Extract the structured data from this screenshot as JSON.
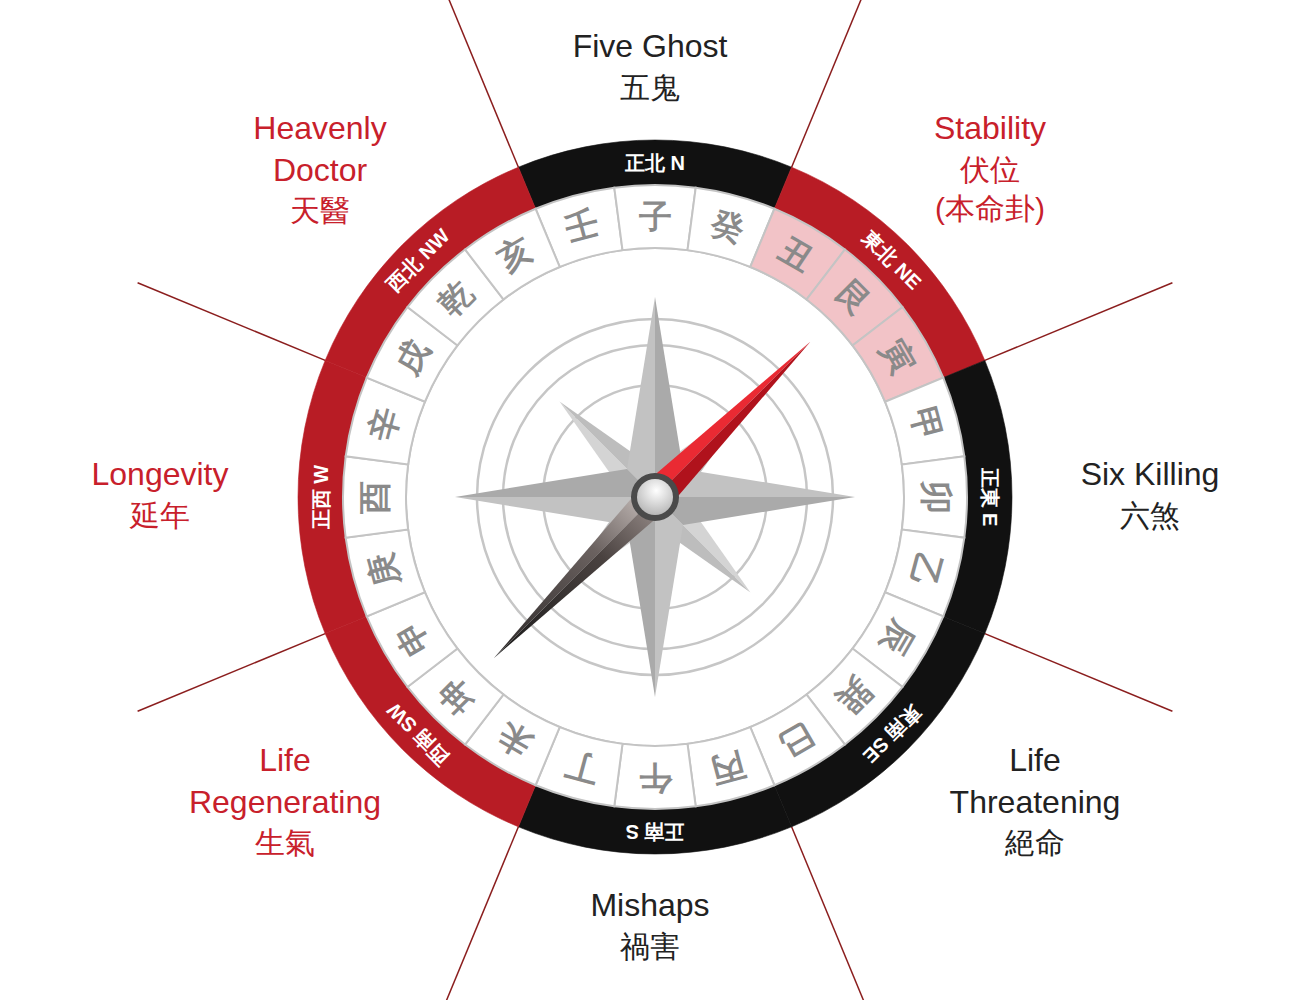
{
  "diagram": {
    "nodes": [
      {
        "text": [
          "正北 N"
        ]
      },
      {
        "text": [
          "東北 NE"
        ]
      },
      {
        "text": [
          "正東 E"
        ]
      },
      {
        "text": [
          "東南 SE"
        ]
      },
      {
        "text": [
          "正南 S"
        ]
      },
      {
        "text": [
          "西南 SW"
        ]
      },
      {
        "text": [
          "正西 W"
        ]
      },
      {
        "text": [
          "西北 NW"
        ]
      },
      {
        "text": [
          "壬"
        ]
      },
      {
        "text": [
          "子"
        ]
      },
      {
        "text": [
          "癸"
        ]
      },
      {
        "text": [
          "丑"
        ]
      },
      {
        "text": [
          "艮"
        ]
      },
      {
        "text": [
          "寅"
        ]
      },
      {
        "text": [
          "甲"
        ]
      },
      {
        "text": [
          "卯"
        ]
      },
      {
        "text": [
          "乙"
        ]
      },
      {
        "text": [
          "辰"
        ]
      },
      {
        "text": [
          "巽"
        ]
      },
      {
        "text": [
          "巳"
        ]
      },
      {
        "text": [
          "丙"
        ]
      },
      {
        "text": [
          "午"
        ]
      },
      {
        "text": [
          "丁"
        ]
      },
      {
        "text": [
          "未"
        ]
      },
      {
        "text": [
          "坤"
        ]
      },
      {
        "text": [
          "申"
        ]
      },
      {
        "text": [
          "庚"
        ]
      },
      {
        "text": [
          "酉"
        ]
      },
      {
        "text": [
          "辛"
        ]
      },
      {
        "text": [
          "戌"
        ]
      },
      {
        "text": [
          "乾"
        ]
      },
      {
        "text": [
          "亥"
        ]
      }
    ],
    "labels": [
      "Five Ghost",
      "五鬼",
      "Stability",
      "伏位",
      "(本命卦)",
      "Six Killing",
      "六煞",
      "Life Threatening",
      "絕命",
      "Mishaps",
      "禍害",
      "Life Regenerating",
      "生氣",
      "Longevity",
      "延年",
      "Heavenly Doctor",
      "天醫"
    ]
  }
}
